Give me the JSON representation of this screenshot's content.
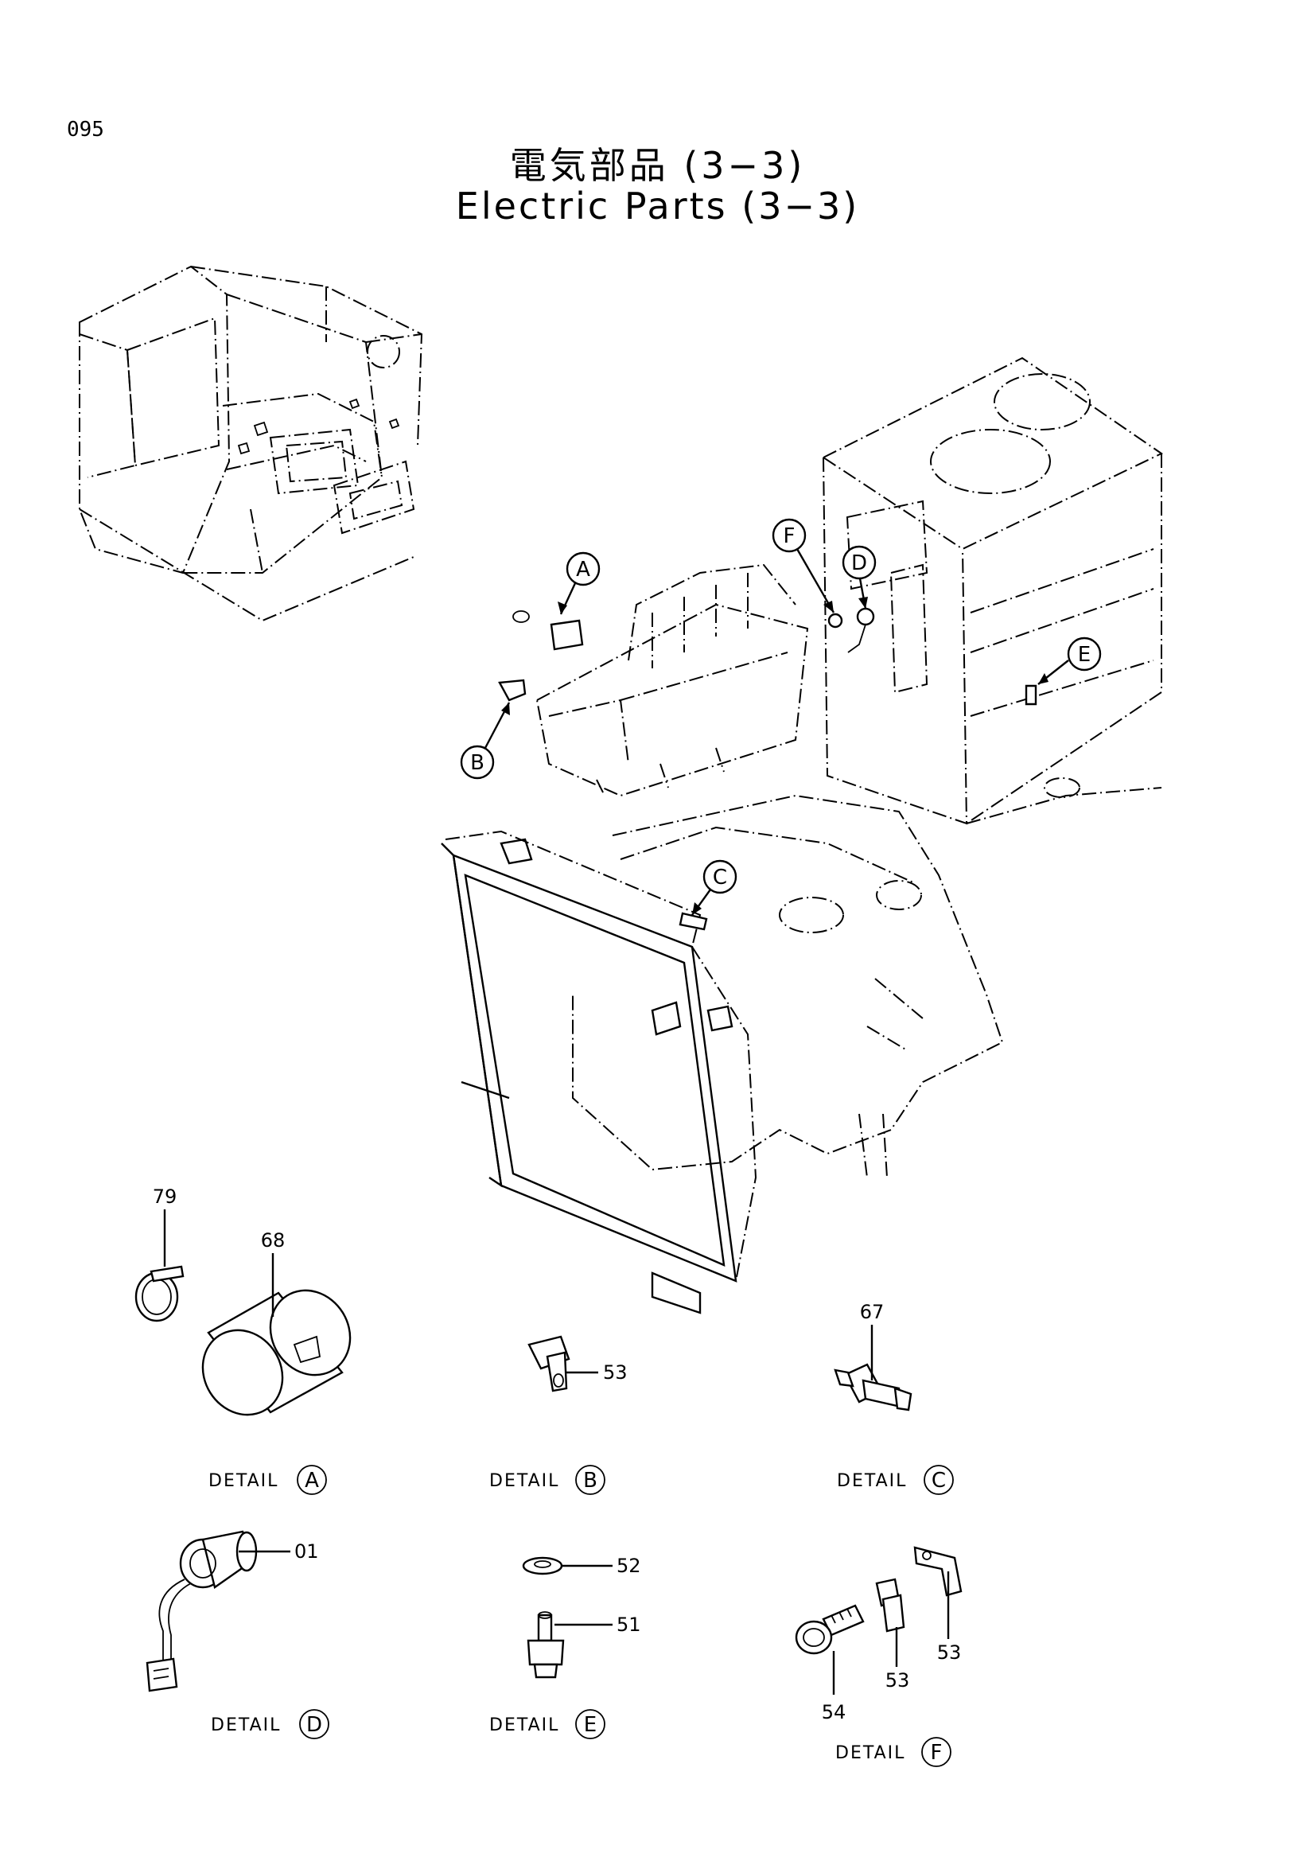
{
  "header": {
    "page_number": "095",
    "title_ja": "電気部品 (3−3)",
    "title_en": "Electric Parts (3−3)"
  },
  "detail_markers": [
    "A",
    "B",
    "C",
    "D",
    "E",
    "F"
  ],
  "details": [
    {
      "id": "A",
      "label": "DETAIL",
      "letter": "A",
      "parts": [
        "79",
        "68"
      ]
    },
    {
      "id": "B",
      "label": "DETAIL",
      "letter": "B",
      "parts": [
        "53"
      ]
    },
    {
      "id": "C",
      "label": "DETAIL",
      "letter": "C",
      "parts": [
        "67"
      ]
    },
    {
      "id": "D",
      "label": "DETAIL",
      "letter": "D",
      "parts": [
        "01"
      ]
    },
    {
      "id": "E",
      "label": "DETAIL",
      "letter": "E",
      "parts": [
        "52",
        "51"
      ]
    },
    {
      "id": "F",
      "label": "DETAIL",
      "letter": "F",
      "parts": [
        "53",
        "53",
        "54"
      ]
    }
  ]
}
